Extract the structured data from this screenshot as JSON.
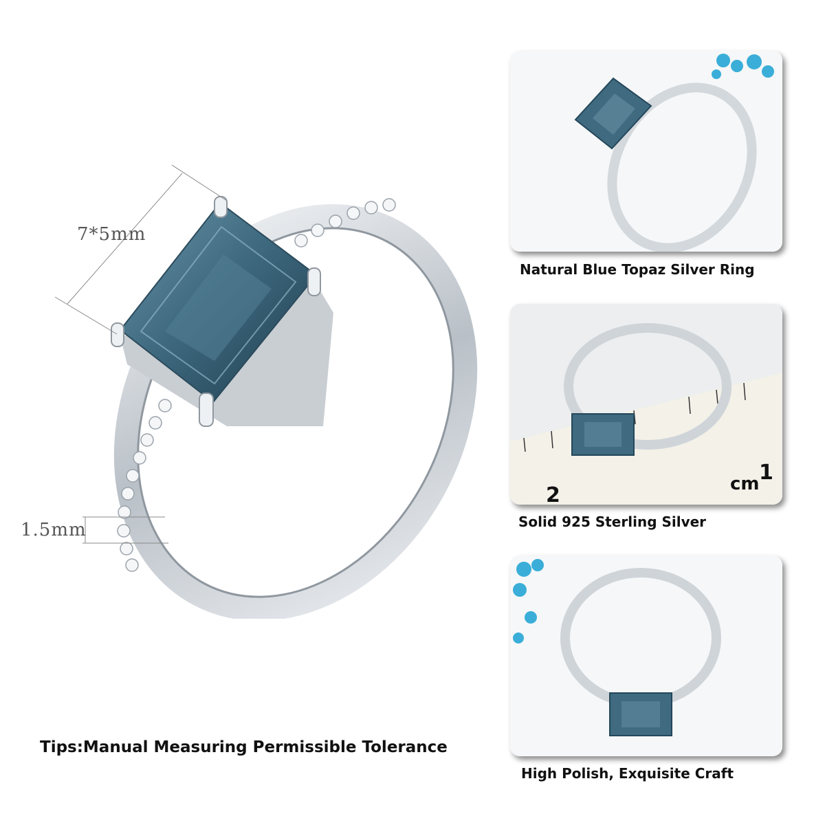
{
  "main": {
    "width_label": "7*5mm",
    "band_label": "1.5mm",
    "tips": "Tips:Manual Measuring Permissible Tolerance"
  },
  "panels": [
    {
      "caption": "Natural Blue Topaz Silver Ring"
    },
    {
      "caption": "Solid 925 Sterling Silver",
      "ruler_numbers": [
        "2",
        "cm",
        "1"
      ]
    },
    {
      "caption": "High Polish, Exquisite Craft"
    }
  ],
  "colors": {
    "stone": "#3f6a80",
    "stone_dark": "#1f3d4e",
    "silver": "#d8dde2",
    "flowers": "#3aaed8"
  }
}
